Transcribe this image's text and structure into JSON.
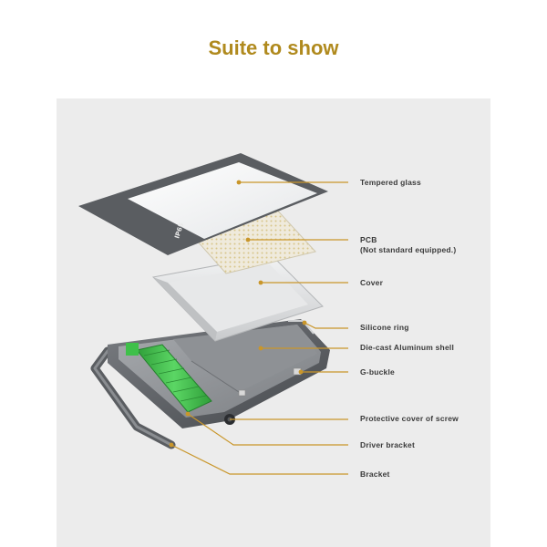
{
  "title": "Suite to show",
  "colors": {
    "title": "#b08a1e",
    "leader": "#c9962a",
    "background_panel": "#ececec",
    "driver": "#3fc04a",
    "shell": "#5e6166"
  },
  "labels": {
    "tempered_glass": "Tempered glass",
    "pcb": "PCB",
    "pcb_note": "(Not standard equipped.)",
    "cover": "Cover",
    "silicone_ring": "Silicone ring",
    "die_cast_shell": "Die-cast  Aluminum shell",
    "g_buckle": "G-buckle",
    "protective_cover": "Protective cover of screw",
    "driver_bracket": "Driver bracket",
    "bracket": "Bracket"
  },
  "glass_marking": "IP65"
}
